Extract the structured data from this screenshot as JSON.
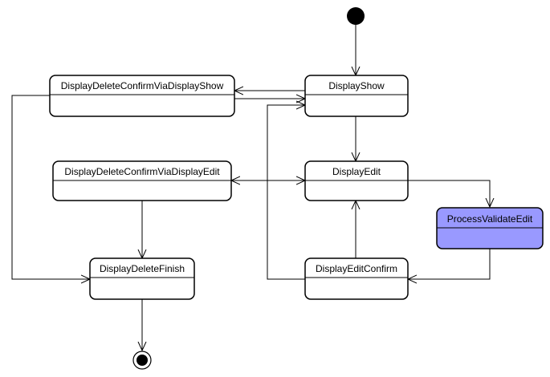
{
  "diagram": {
    "type": "uml-state-machine",
    "states": [
      {
        "id": "display_show",
        "label": "DisplayShow"
      },
      {
        "id": "display_delete_confirm_via_display_show",
        "label": "DisplayDeleteConfirmViaDisplayShow"
      },
      {
        "id": "display_edit",
        "label": "DisplayEdit"
      },
      {
        "id": "display_delete_confirm_via_display_edit",
        "label": "DisplayDeleteConfirmViaDisplayEdit"
      },
      {
        "id": "process_validate_edit",
        "label": "ProcessValidateEdit",
        "highlight": true
      },
      {
        "id": "display_delete_finish",
        "label": "DisplayDeleteFinish"
      },
      {
        "id": "display_edit_confirm",
        "label": "DisplayEditConfirm"
      }
    ],
    "transitions": [
      {
        "from": "initial",
        "to": "display_show"
      },
      {
        "from": "display_show",
        "to": "display_delete_confirm_via_display_show"
      },
      {
        "from": "display_delete_confirm_via_display_show",
        "to": "display_show"
      },
      {
        "from": "display_show",
        "to": "display_edit"
      },
      {
        "from": "display_edit",
        "to": "display_delete_confirm_via_display_edit"
      },
      {
        "from": "display_delete_confirm_via_display_edit",
        "to": "display_edit"
      },
      {
        "from": "display_edit",
        "to": "process_validate_edit"
      },
      {
        "from": "process_validate_edit",
        "to": "display_edit_confirm"
      },
      {
        "from": "display_edit_confirm",
        "to": "display_edit"
      },
      {
        "from": "display_edit_confirm",
        "to": "display_show"
      },
      {
        "from": "display_delete_confirm_via_display_show",
        "to": "display_delete_finish"
      },
      {
        "from": "display_delete_confirm_via_display_edit",
        "to": "display_delete_finish"
      },
      {
        "from": "display_delete_finish",
        "to": "final"
      }
    ]
  },
  "colors": {
    "state_fill": "#ffffff",
    "highlight_fill": "#9999ff",
    "stroke": "#000000",
    "arrow": "#000000"
  }
}
